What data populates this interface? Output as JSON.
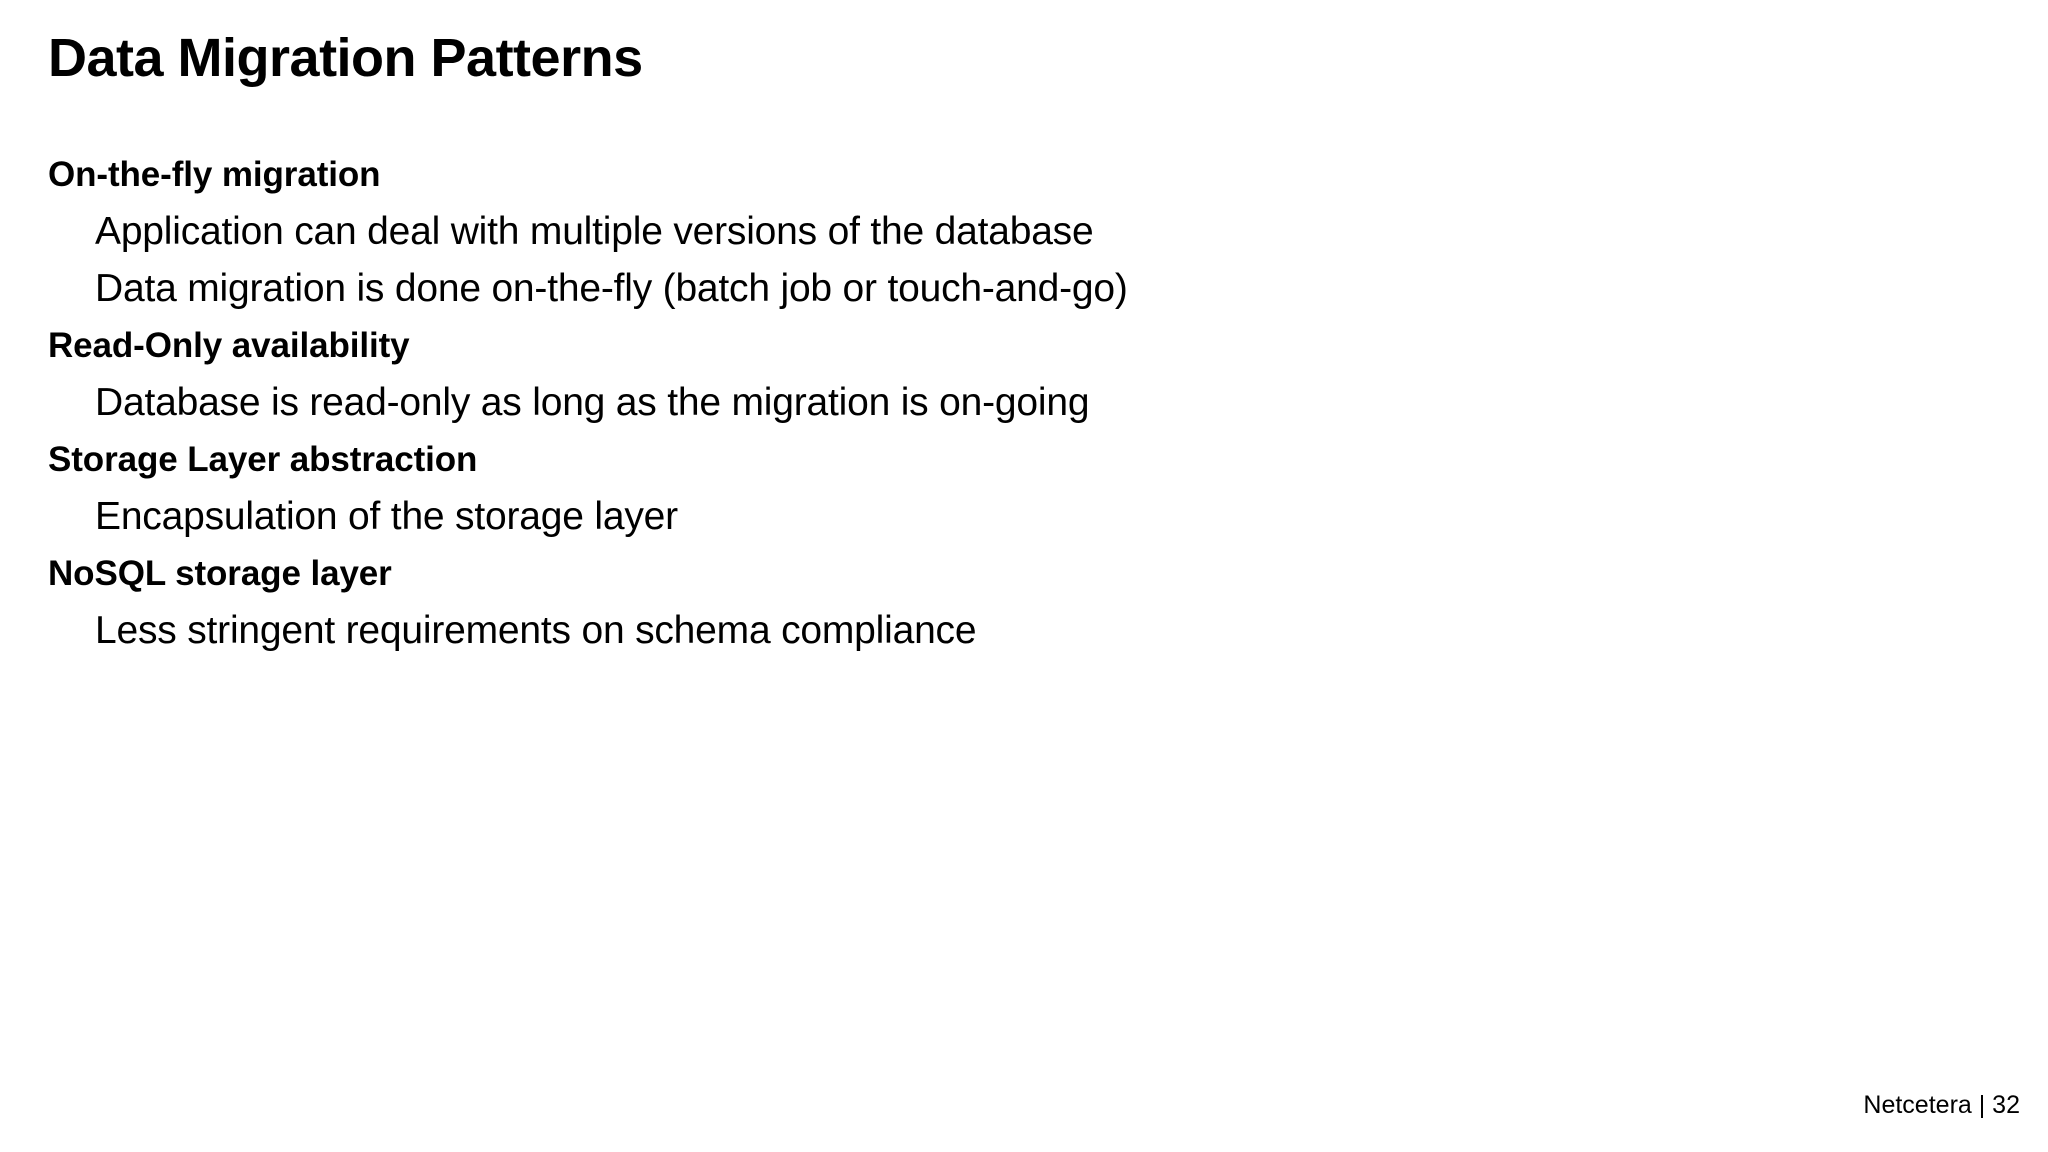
{
  "slide": {
    "title": "Data Migration Patterns",
    "background_color": "#ffffff",
    "text_color": "#000000",
    "outline": [
      {
        "heading": "On-the-fly migration",
        "items": [
          "Application can deal with multiple versions of the database",
          "Data migration is done on-the-fly (batch job or touch-and-go)"
        ]
      },
      {
        "heading": "Read-Only availability",
        "items": [
          "Database is read-only as long as the migration is on-going"
        ]
      },
      {
        "heading": "Storage Layer abstraction",
        "items": [
          "Encapsulation of the storage layer"
        ]
      },
      {
        "heading": "NoSQL storage layer",
        "items": [
          "Less stringent requirements on schema compliance"
        ]
      }
    ],
    "footer": {
      "text": "Netcetera | 32",
      "brand": "Netcetera",
      "separator": "|",
      "slide_number": "32"
    }
  }
}
